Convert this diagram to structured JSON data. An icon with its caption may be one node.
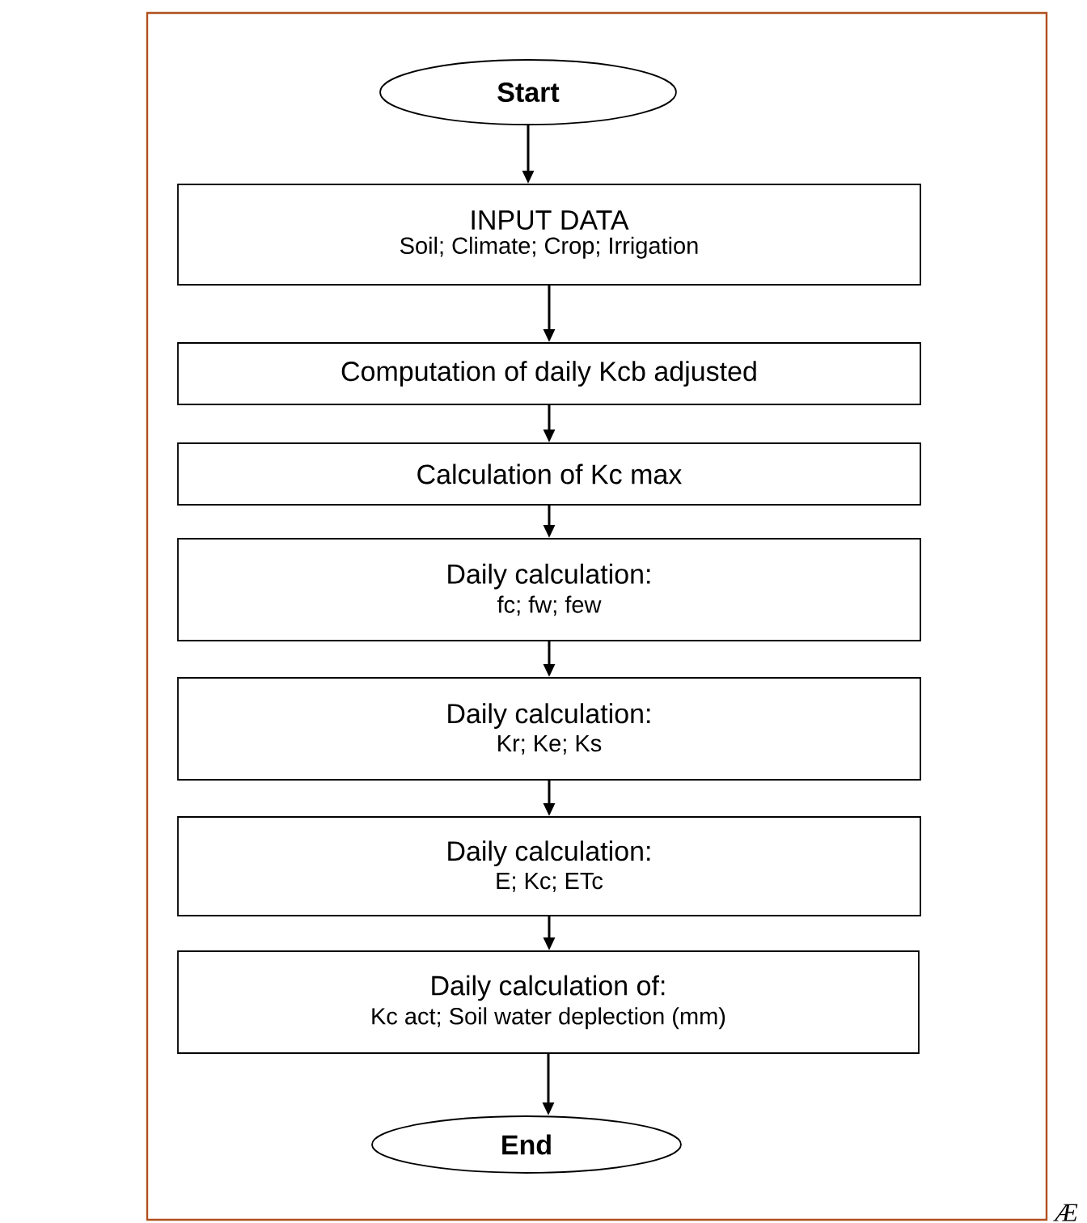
{
  "diagram": {
    "nodes": [
      {
        "text": [
          "Start"
        ]
      },
      {
        "text": [
          "INPUT DATA",
          "Soil; Climate; Crop; Irrigation"
        ]
      },
      {
        "text": [
          "Computation of daily Kcb adjusted"
        ]
      },
      {
        "text": [
          "Calculation of Kc max"
        ]
      },
      {
        "text": [
          "Daily calculation:",
          "fc; fw; few"
        ]
      },
      {
        "text": [
          "Daily calculation:",
          "Kr; Ke; Ks"
        ]
      },
      {
        "text": [
          "Daily calculation:",
          "E; Kc; ETc"
        ]
      },
      {
        "text": [
          "Daily calculation of:",
          "Kc act; Soil water deplection (mm)"
        ]
      },
      {
        "text": [
          "End"
        ]
      }
    ],
    "edges": [
      {
        "from": 0,
        "to": 1,
        "arrow": "to"
      },
      {
        "from": 1,
        "to": 2,
        "arrow": "to"
      },
      {
        "from": 2,
        "to": 3,
        "arrow": "to"
      },
      {
        "from": 3,
        "to": 4,
        "arrow": "to"
      },
      {
        "from": 4,
        "to": 5,
        "arrow": "to"
      },
      {
        "from": 5,
        "to": 6,
        "arrow": "to"
      },
      {
        "from": 6,
        "to": 7,
        "arrow": "to"
      },
      {
        "from": 7,
        "to": 8,
        "arrow": "to"
      }
    ],
    "labels": [
      "Æ"
    ]
  }
}
